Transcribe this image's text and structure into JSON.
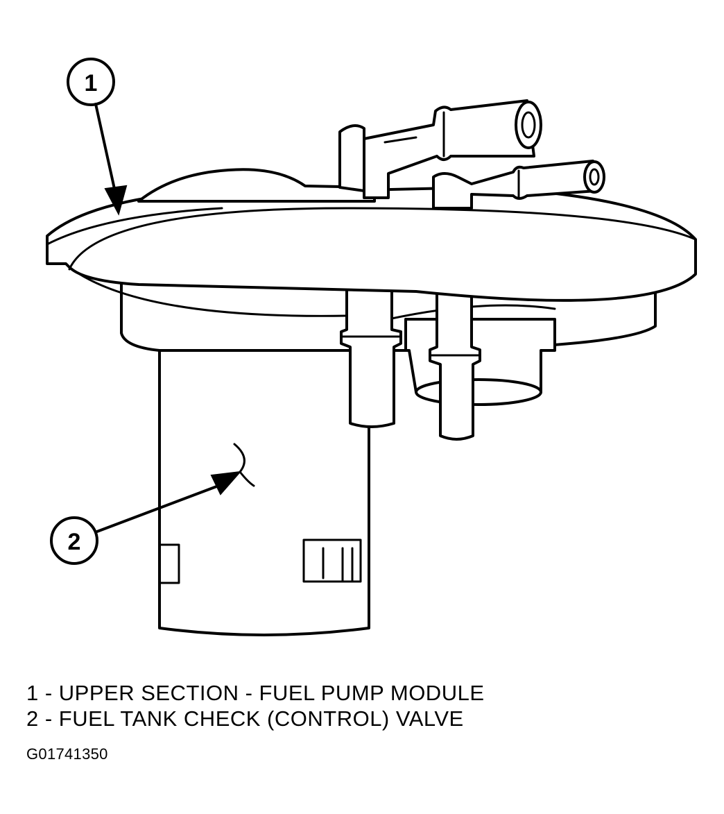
{
  "callouts": [
    {
      "number": "1"
    },
    {
      "number": "2"
    }
  ],
  "legend": [
    {
      "text": "1 - UPPER SECTION - FUEL PUMP MODULE"
    },
    {
      "text": "2 - FUEL TANK CHECK (CONTROL) VALVE"
    }
  ],
  "figure_id": "G01741350",
  "colors": {
    "line": "#000000",
    "background": "#ffffff"
  }
}
